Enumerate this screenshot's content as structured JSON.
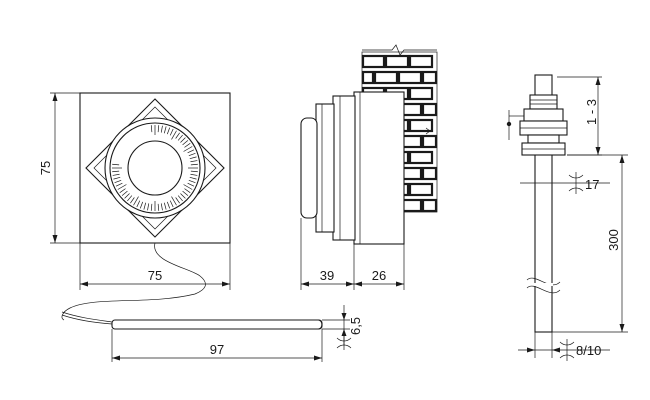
{
  "dimensions": {
    "front_height": "75",
    "front_width": "75",
    "side_depth_a": "39",
    "side_depth_b": "26",
    "probe_length": "97",
    "probe_diameter": "6,5",
    "nut_size": "17",
    "thread_range": "1 - 3",
    "shaft_length": "300",
    "shaft_diameter": "8/10"
  },
  "symbols": {
    "diameter_mark": "diameter-symbol"
  }
}
